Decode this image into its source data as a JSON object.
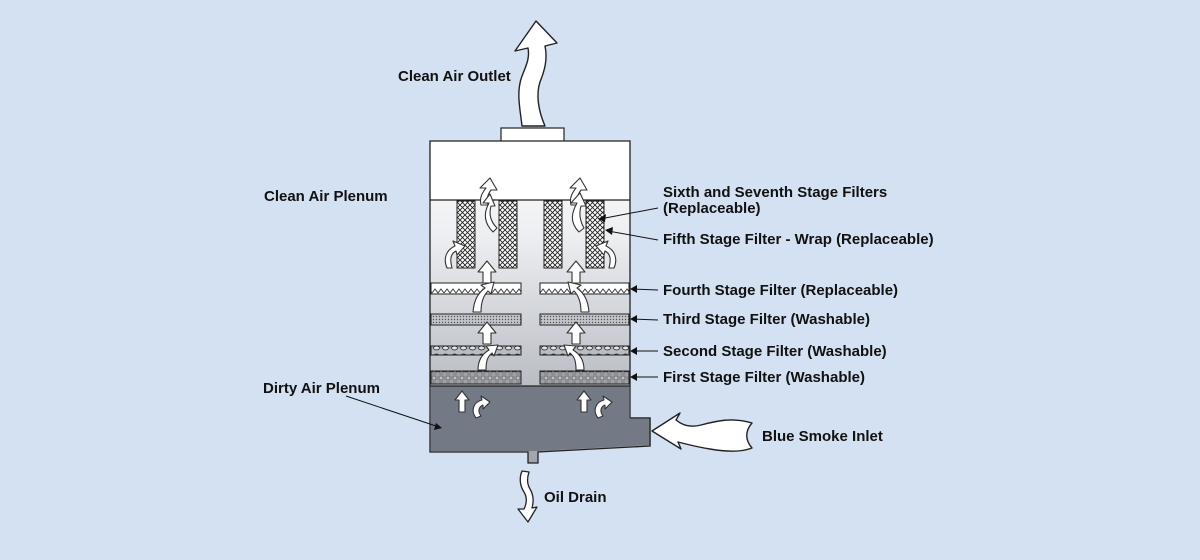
{
  "labels": {
    "clean_air_outlet": "Clean Air Outlet",
    "clean_air_plenum": "Clean Air Plenum",
    "dirty_air_plenum": "Dirty Air Plenum",
    "stage_6_7_line1": "Sixth and Seventh Stage Filters",
    "stage_6_7_line2": "(Replaceable)",
    "stage_5": "Fifth Stage Filter - Wrap (Replaceable)",
    "stage_4": "Fourth Stage Filter (Replaceable)",
    "stage_3": "Third Stage Filter (Washable)",
    "stage_2": "Second Stage Filter (Washable)",
    "stage_1": "First Stage Filter (Washable)",
    "blue_smoke_inlet": "Blue Smoke Inlet",
    "oil_drain": "Oil Drain"
  },
  "colors": {
    "background": "#d4e1f3",
    "clean_plenum": "#ffffff",
    "dirty_plenum": "#737985",
    "outline": "#222222"
  }
}
